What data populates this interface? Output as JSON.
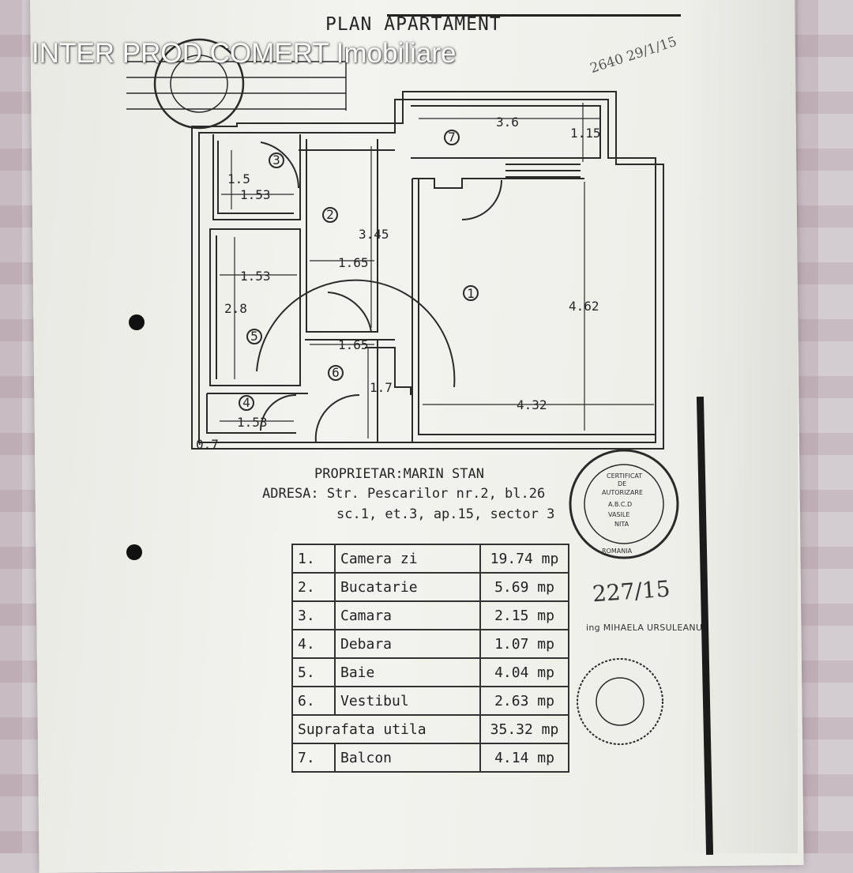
{
  "watermark": "INTER PROD COMERT Imobiliare",
  "document": {
    "title": "PLAN APARTAMENT",
    "handwritten_top": "2640 29/1/15",
    "owner": "PROPRIETAR:MARIN STAN",
    "address_line1": "ADRESA: Str. Pescarilor nr.2, bl.26",
    "address_line2": "sc.1, et.3, ap.15, sector 3",
    "handwritten_number": "227/15",
    "engineer": "ing MIHAELA URSULEANU",
    "stamp_text": [
      "CERTIFICAT",
      "DE",
      "AUTORIZARE",
      "A.B.C.D",
      "VASILE",
      "NITA",
      "ROMANIA"
    ]
  },
  "plan": {
    "rooms": [
      "1",
      "2",
      "3",
      "4",
      "5",
      "6",
      "7"
    ],
    "dimensions": {
      "balcony_width": "3.6",
      "balcony_depth": "1.15",
      "pantry_depth": "1.5",
      "pantry_width": "1.53",
      "kitchen_length": "3.45",
      "kitchen_width": "1.65",
      "bath_width": "1.53",
      "bath_length": "2.8",
      "hall_width": "1.65",
      "hall_length": "1.7",
      "room_length": "4.62",
      "room_width": "4.32",
      "closet_width": "1.53",
      "wall": "0.7"
    }
  },
  "areas_table": {
    "rows": [
      {
        "num": "1.",
        "name": "Camera zi",
        "area": "19.74 mp"
      },
      {
        "num": "2.",
        "name": "Bucatarie",
        "area": "5.69 mp"
      },
      {
        "num": "3.",
        "name": "Camara",
        "area": "2.15 mp"
      },
      {
        "num": "4.",
        "name": "Debara",
        "area": "1.07 mp"
      },
      {
        "num": "5.",
        "name": "Baie",
        "area": "4.04 mp"
      },
      {
        "num": "6.",
        "name": "Vestibul",
        "area": "2.63 mp"
      }
    ],
    "total": {
      "label": "Suprafata utila",
      "area": "35.32 mp"
    },
    "balcony": {
      "num": "7.",
      "name": "Balcon",
      "area": "4.14 mp"
    }
  }
}
